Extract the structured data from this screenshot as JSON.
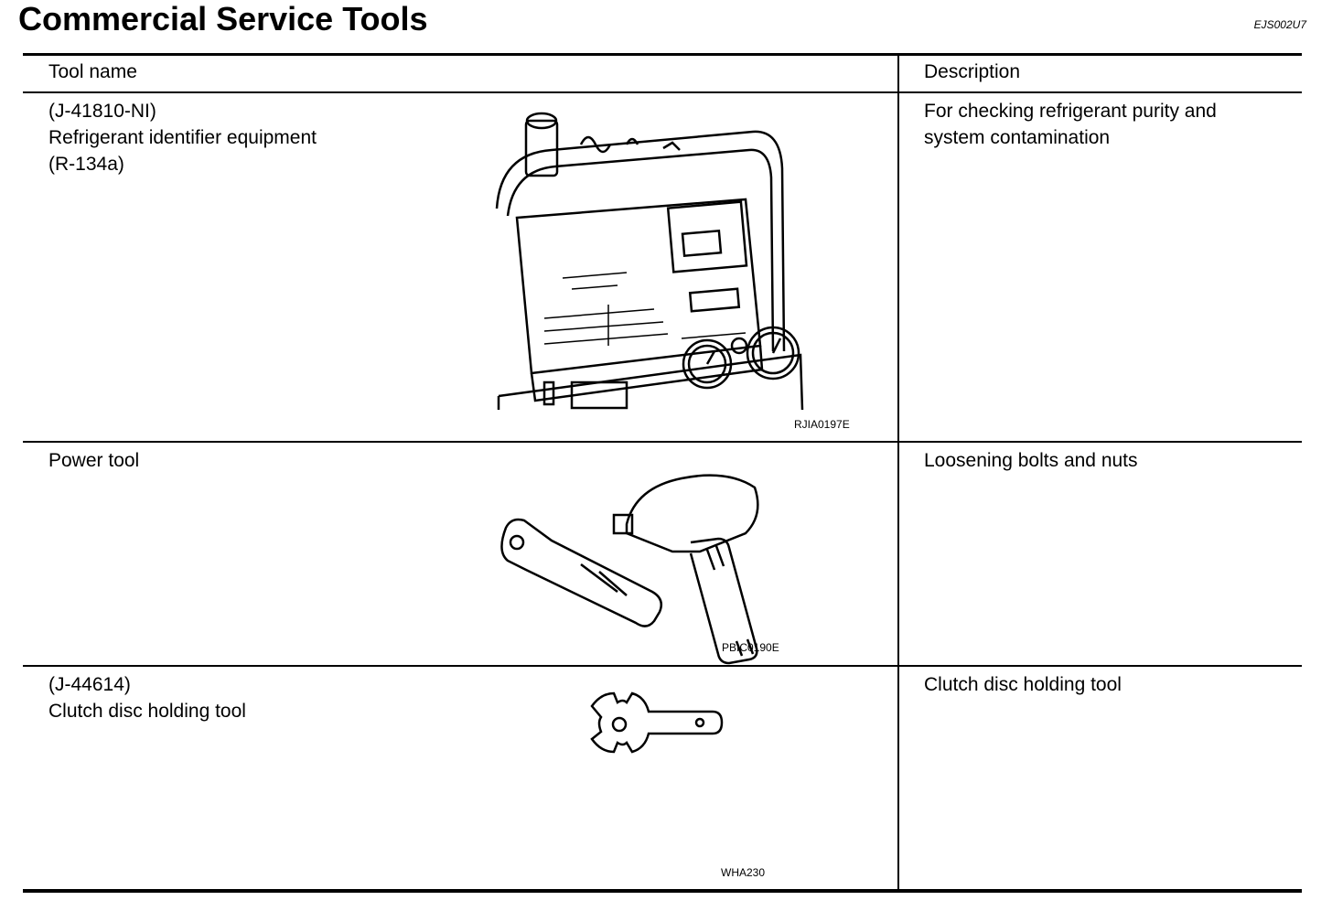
{
  "page": {
    "title": "Commercial Service Tools",
    "doc_code": "EJS002U7"
  },
  "table": {
    "headers": {
      "tool_name": "Tool name",
      "description": "Description"
    },
    "rows": [
      {
        "tool_lines": [
          "(J-41810-NI)",
          "Refrigerant identifier equipment",
          "(R-134a)"
        ],
        "figure_code": "RJIA0197E",
        "figure_icon": "refrigerant-identifier-icon",
        "description_lines": [
          "For checking refrigerant purity and",
          "system contamination"
        ]
      },
      {
        "tool_lines": [
          "Power tool"
        ],
        "figure_code": "PBIC0190E",
        "figure_icon": "power-tool-icon",
        "description_lines": [
          "Loosening bolts and nuts"
        ]
      },
      {
        "tool_lines": [
          "(J-44614)",
          "Clutch disc holding tool"
        ],
        "figure_code": "WHA230",
        "figure_icon": "clutch-disc-holding-tool-icon",
        "description_lines": [
          "Clutch disc holding tool"
        ]
      }
    ]
  }
}
